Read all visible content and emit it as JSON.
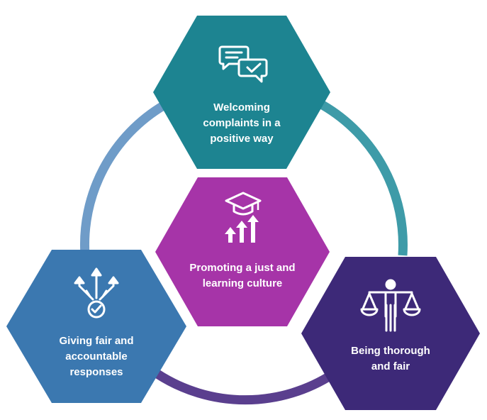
{
  "diagram": {
    "colors": {
      "top": "#1d8491",
      "center": "#a634a8",
      "left": "#3b78b0",
      "right": "#3d2978",
      "ring_top_left": "#6a9ec6",
      "ring_top_right": "#3f9aa7",
      "ring_bottom": "#5a3e8c"
    },
    "nodes": {
      "top": {
        "lines": [
          "Welcoming",
          "complaints in a",
          "positive way"
        ],
        "icon": "chat-bubbles-check-icon"
      },
      "center": {
        "lines": [
          "Promoting a just and",
          "learning culture"
        ],
        "icon": "graduation-cap-growth-icon"
      },
      "left": {
        "lines": [
          "Giving fair and",
          "accountable",
          "responses"
        ],
        "icon": "branching-arrows-check-icon"
      },
      "right": {
        "lines": [
          "Being thorough",
          "and fair"
        ],
        "icon": "person-scales-icon"
      }
    }
  }
}
